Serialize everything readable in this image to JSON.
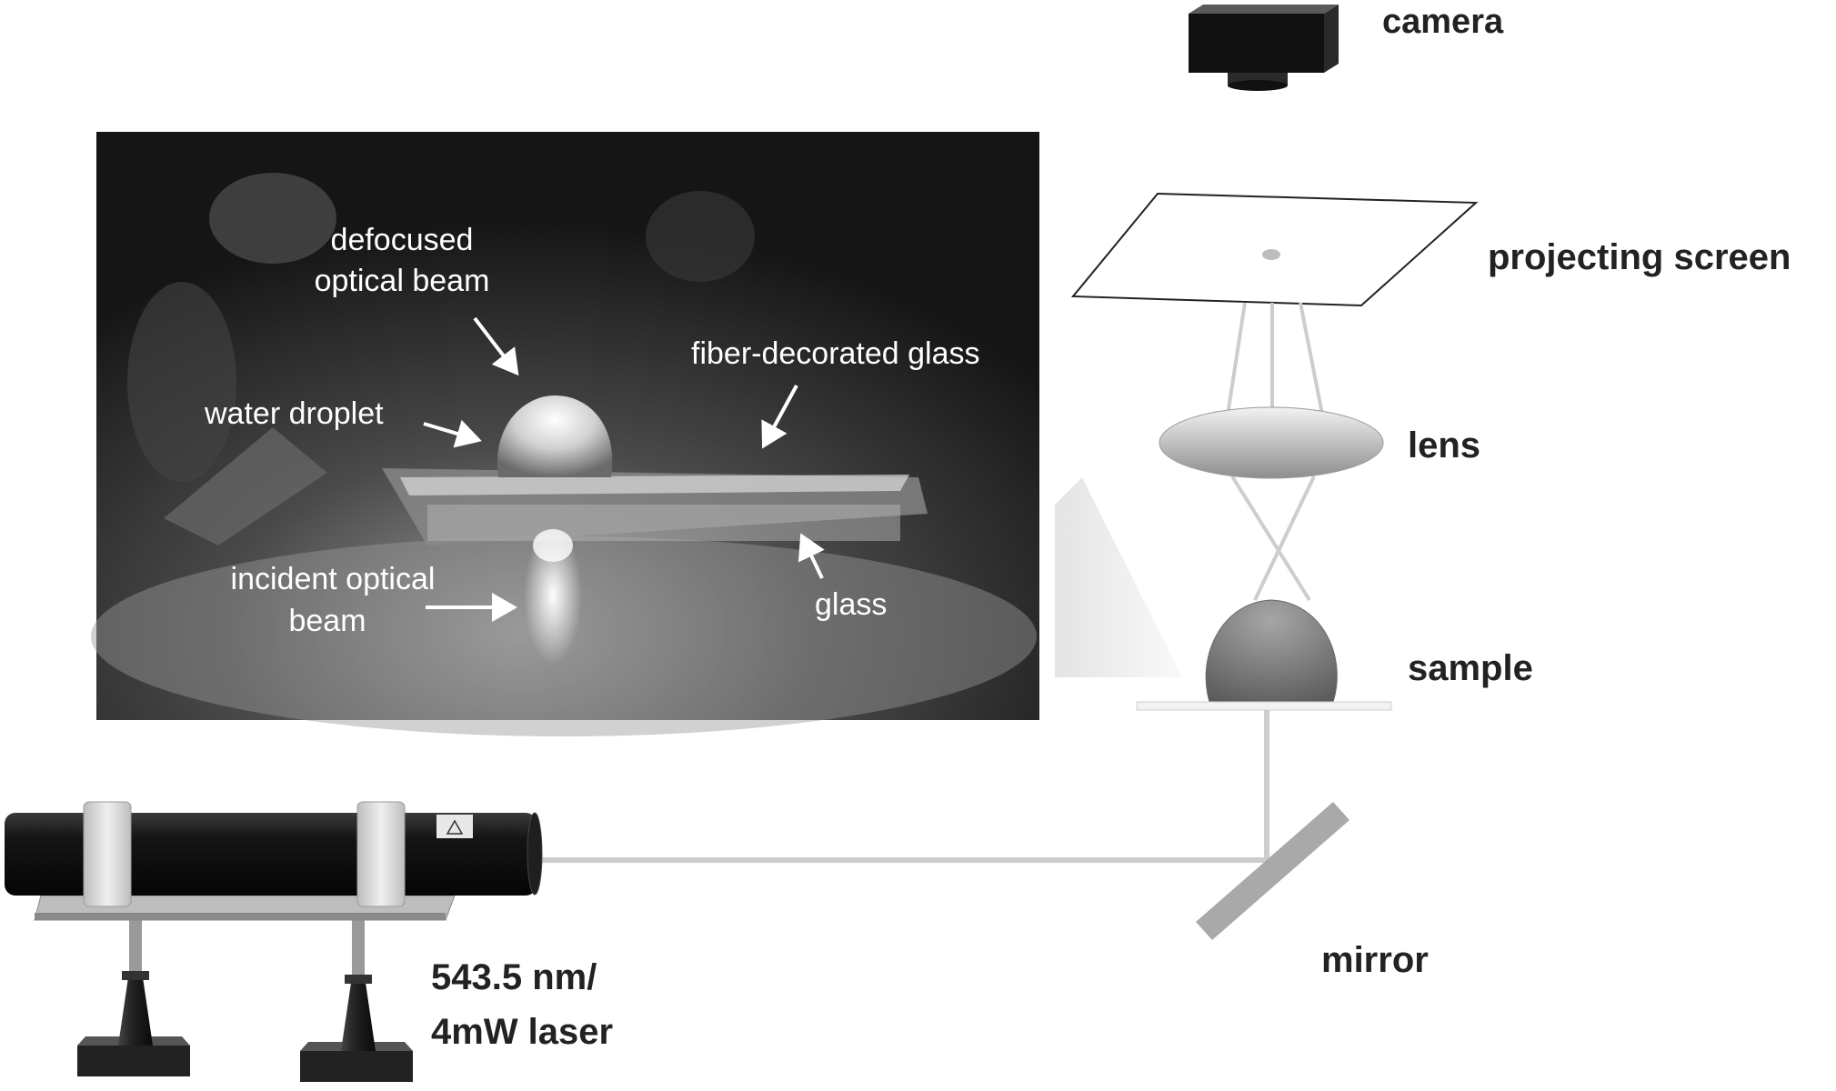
{
  "labels": {
    "camera": "camera",
    "projecting_screen": "projecting screen",
    "lens": "lens",
    "sample": "sample",
    "mirror": "mirror",
    "laser_line1": "543.5 nm/",
    "laser_line2": "4mW laser"
  },
  "photo_annotations": {
    "defocused_line1": "defocused",
    "defocused_line2": "optical beam",
    "water_droplet": "water droplet",
    "fiber_decorated_glass": "fiber-decorated glass",
    "incident_line1": "incident optical",
    "incident_line2": "beam",
    "glass": "glass"
  },
  "colors": {
    "background": "#ffffff",
    "photo_dark": "#1a1a1a",
    "beam": "#cccccc",
    "laser_body": "#111111",
    "ring": "#d8d8d8",
    "mirror": "#a9a9a9",
    "label": "#222222"
  }
}
